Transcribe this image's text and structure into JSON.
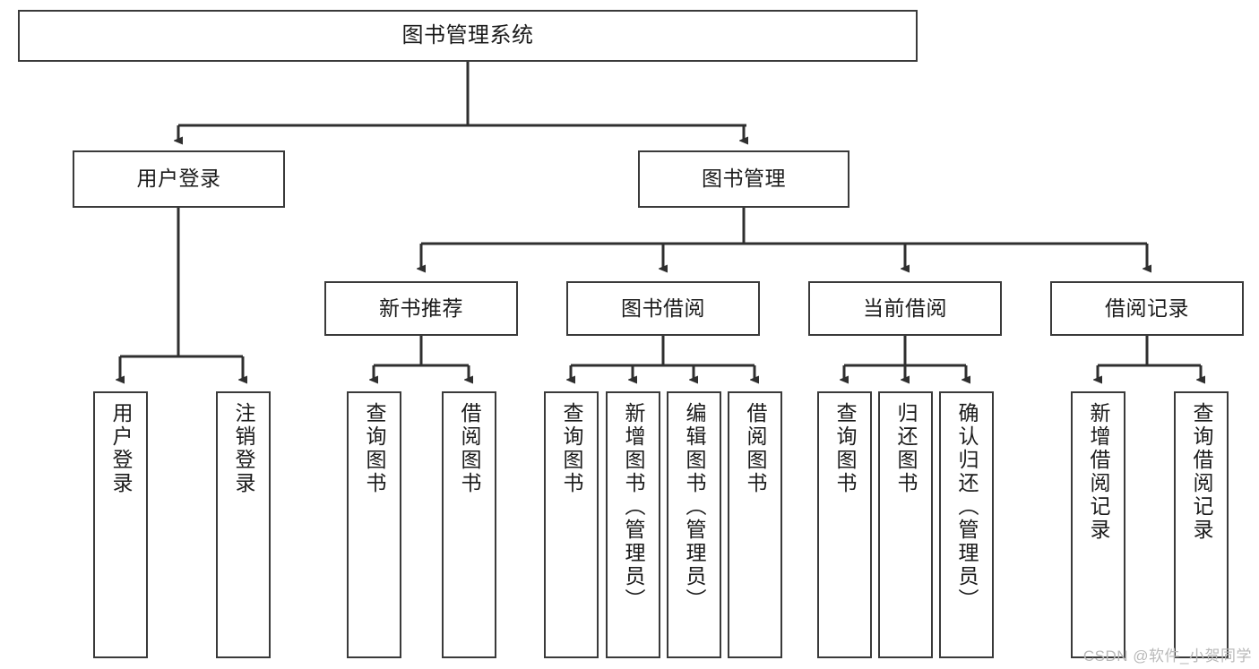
{
  "diagram": {
    "title": "图书管理系统",
    "type": "tree-hierarchy-chart",
    "colors": {
      "node_border": "#3a3a3a",
      "node_fill": "#ffffff",
      "edge": "#2f2f2f",
      "text": "#1b1b1b",
      "watermark": "#b9b9b9"
    },
    "root": {
      "label": "图书管理系统"
    },
    "level2": [
      {
        "label": "用户登录"
      },
      {
        "label": "图书管理"
      }
    ],
    "level3": [
      {
        "label": "新书推荐"
      },
      {
        "label": "图书借阅"
      },
      {
        "label": "当前借阅"
      },
      {
        "label": "借阅记录"
      }
    ],
    "leaves": {
      "user_login": [
        {
          "label": "用户登录"
        },
        {
          "label": "注销登录"
        }
      ],
      "new_book_recommend": [
        {
          "label": "查询图书"
        },
        {
          "label": "借阅图书"
        }
      ],
      "book_borrow": [
        {
          "label": "查询图书"
        },
        {
          "label": "新增图书（管理员）"
        },
        {
          "label": "编辑图书（管理员）"
        },
        {
          "label": "借阅图书"
        }
      ],
      "current_borrow": [
        {
          "label": "查询图书"
        },
        {
          "label": "归还图书"
        },
        {
          "label": "确认归还（管理员）"
        }
      ],
      "borrow_record": [
        {
          "label": "新增借阅记录"
        },
        {
          "label": "查询借阅记录"
        }
      ]
    },
    "watermark": "CSDN @软件_小贺同学"
  }
}
